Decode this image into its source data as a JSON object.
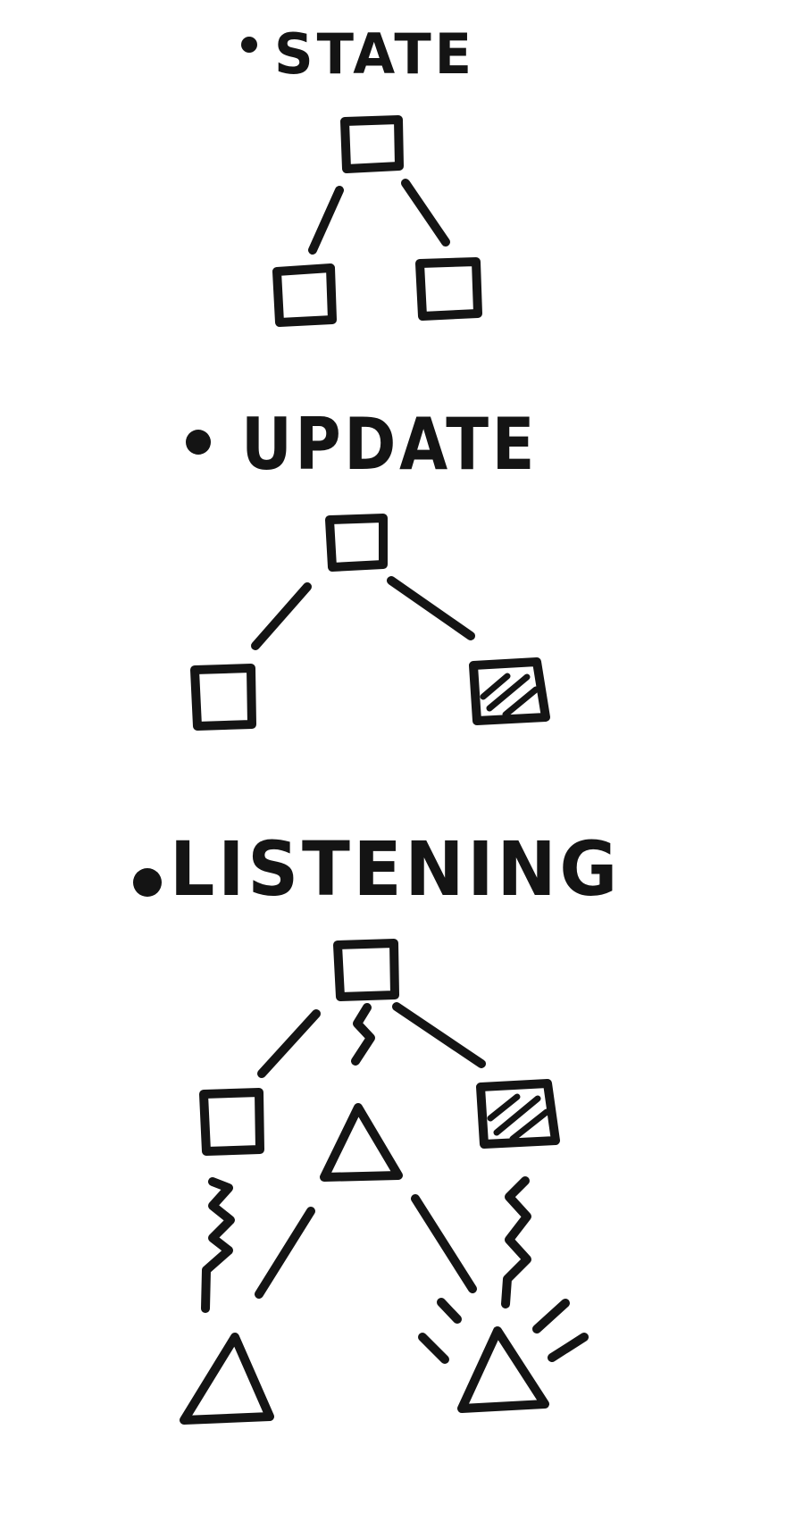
{
  "sections": [
    {
      "id": "state",
      "heading": "STATE"
    },
    {
      "id": "update",
      "heading": "UPDATE"
    },
    {
      "id": "listening",
      "heading": "LISTENING"
    }
  ],
  "ink_color": "#141414",
  "background_color": "#ffffff"
}
